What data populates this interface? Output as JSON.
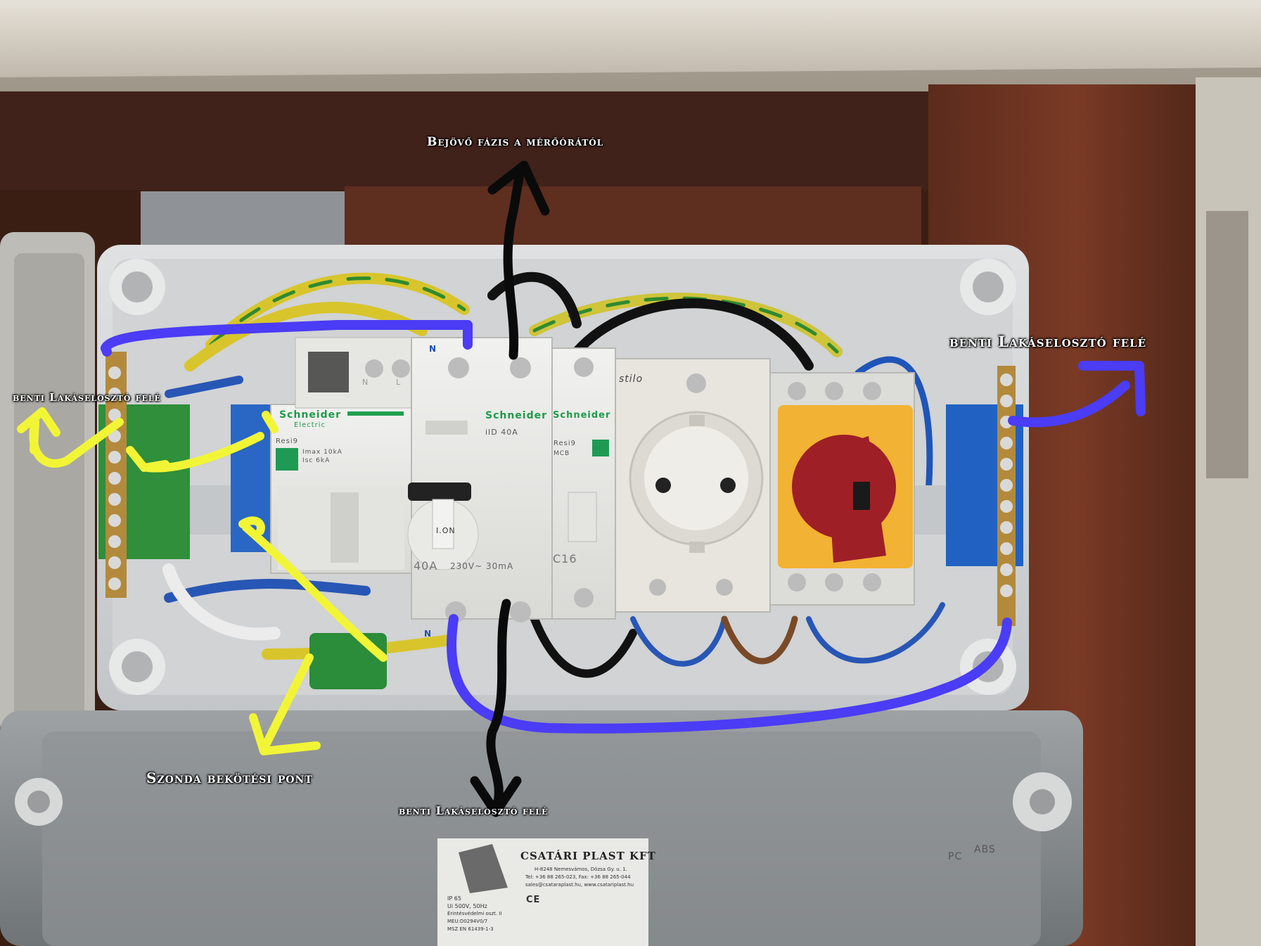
{
  "annotations": {
    "incoming_phase": "Bejövő fázis a mérőórától",
    "to_indoor_board_right": "benti Lakáselosztó felé",
    "to_indoor_board_left": "benti Lakáselosztó felé",
    "probe_connection_point": "Szonda bekötési pont",
    "to_indoor_board_bottom": "benti Lakáselosztó felé"
  },
  "device_labels": {
    "brand_spd": "Schneider",
    "brand_rcd": "Schneider",
    "brand_mcb": "Schneider",
    "brand_sub": "Electric",
    "spd_series": "Resi9",
    "spd_imax": "Imax 10kA",
    "spd_isc": "Isc 6kA",
    "rcd_type": "iID  40A",
    "rcd_rating": "40A",
    "rcd_spec": "230V~ 30mA",
    "rcd_on": "I.ON",
    "mcb_series": "Resi9",
    "mcb_type": "MCB",
    "mcb_rating": "C16",
    "socket_brand": "stilo",
    "neutral_mark_1": "N",
    "neutral_mark_2": "N",
    "neutral_mark_3": "N",
    "phase_mark": "L"
  },
  "enclosure_label": {
    "company": "CSATÁRI PLAST KFT",
    "address_1": "H-8248 Nemesvámos, Dózsa Gy. u. 1.",
    "address_2": "Tel: +36 88 265-023, Fax: +36 88 265-044",
    "address_3": "sales@csataraplast.hu, www.csatariplast.hu",
    "ip": "IP 65",
    "voltage": "Ui 500V, 50Hz",
    "protection": "Érintésvédelmi oszt. II",
    "part_no": "MEU:D0294V0/7",
    "standard": "MSZ EN 61439-1-3",
    "ce_mark": "CE",
    "recycle_mark": "PC",
    "abs_mark": "ABS"
  },
  "colors": {
    "yellow_arrow": "#f2f536",
    "blue_arrow": "#4b3cf5",
    "black_arrow": "#0a0a0a",
    "rotary_yellow": "#f2b233",
    "rotary_red": "#9e1f26"
  }
}
